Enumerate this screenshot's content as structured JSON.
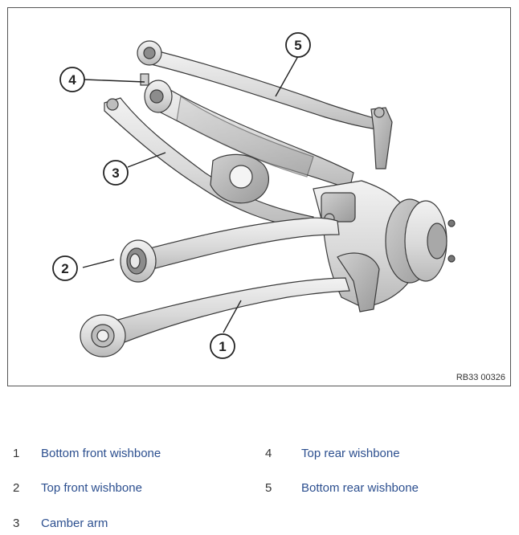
{
  "figure": {
    "reference_code": "RB33 00326",
    "callouts": [
      "1",
      "2",
      "3",
      "4",
      "5"
    ]
  },
  "legend": [
    {
      "number": "1",
      "label": "Bottom front wishbone"
    },
    {
      "number": "2",
      "label": "Top front wishbone"
    },
    {
      "number": "3",
      "label": "Camber arm"
    },
    {
      "number": "4",
      "label": "Top rear wishbone"
    },
    {
      "number": "5",
      "label": "Bottom rear wishbone"
    }
  ],
  "colors": {
    "legend_text": "#2c4f8f",
    "part_fill": "#e3e3e3",
    "part_shade": "#c8c8c8",
    "outline": "#3a3a3a"
  }
}
